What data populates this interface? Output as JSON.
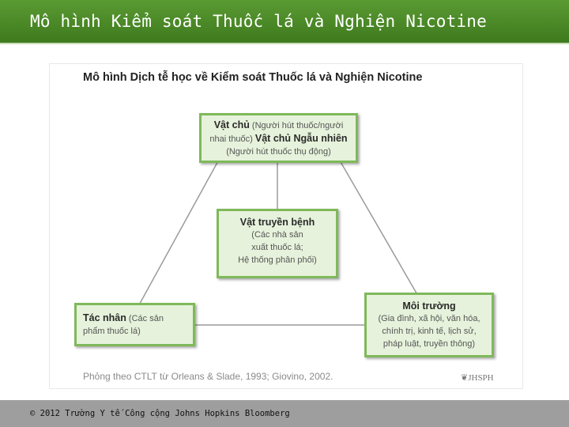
{
  "slide": {
    "title": "Mô hình Kiểm soát Thuốc lá và Nghiện Nicotine"
  },
  "figure": {
    "title": "Mô hình Dịch tễ học về Kiểm soát Thuốc lá và Nghiện Nicotine",
    "nodes": {
      "host": {
        "label_1": "Vật chủ",
        "desc_1": " (Người hút thuốc/người nhai thuốc) ",
        "label_2": "Vật chủ Ngẫu nhiên",
        "desc_2": " (Người hút thuốc thụ động)"
      },
      "vector": {
        "label": "Vật truyền bệnh",
        "desc_lines": [
          "(Các nhà sản",
          "xuất thuốc lá;",
          "Hệ thống phân phối)"
        ]
      },
      "agent": {
        "label": "Tác nhân",
        "desc": " (Các sản phẩm thuốc lá)"
      },
      "environment": {
        "label": "Môi trường",
        "desc_lines": [
          "(Gia đình, xã hội, văn hóa,",
          "chính trị, kinh tế, lịch sử,",
          "pháp luật, truyền thông)"
        ]
      }
    },
    "source": "Phỏng theo CTLT từ Orleans & Slade, 1993; Giovino, 2002.",
    "logo": "JHSPH"
  },
  "footer": {
    "copyright": "© 2012 Trường Y tế Công cộng Johns Hopkins Bloomberg"
  },
  "colors": {
    "header_green": "#4a8a28",
    "node_border": "#7fb95a",
    "node_fill": "#e6f2db",
    "connector": "#9a9a9a",
    "footer_gray": "#9e9e9e"
  }
}
